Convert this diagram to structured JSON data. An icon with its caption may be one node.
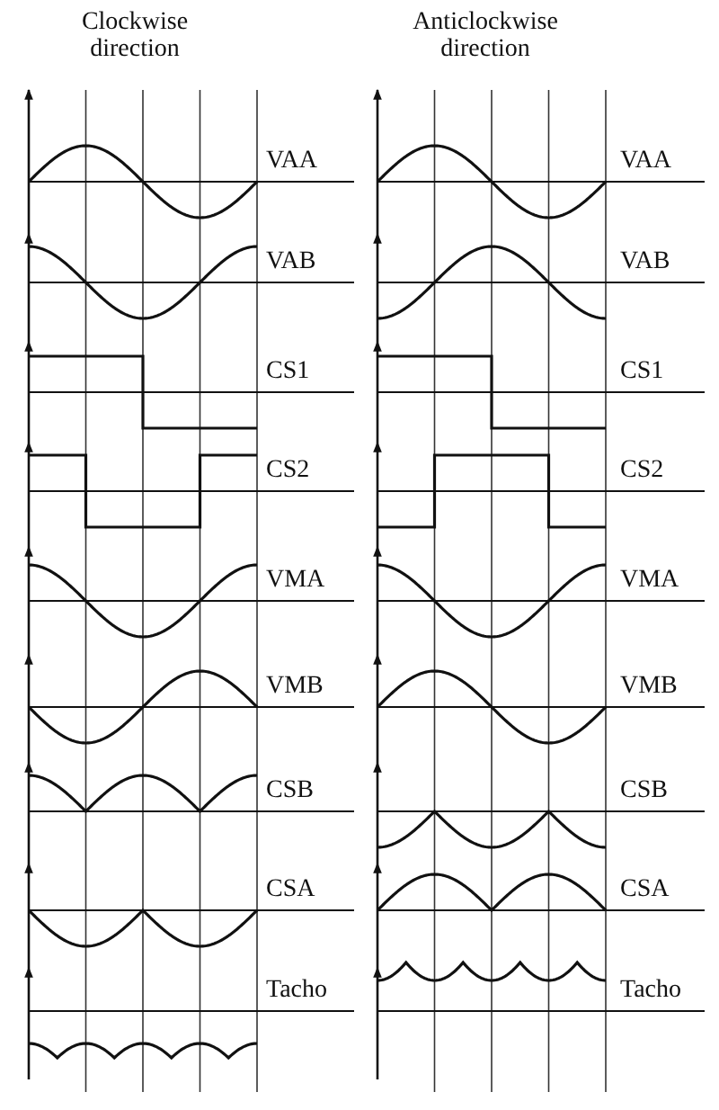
{
  "diagram": {
    "labels": [
      "Clockwise direction",
      "Anticlockwise direction",
      "VAA",
      "VAA",
      "VAB",
      "VAB",
      "CS1",
      "CS1",
      "CS2",
      "CS2",
      "VMA",
      "VMA",
      "VMB",
      "VMB",
      "CSB",
      "CSB",
      "CSA",
      "CSA",
      "Tacho",
      "Tacho"
    ]
  }
}
